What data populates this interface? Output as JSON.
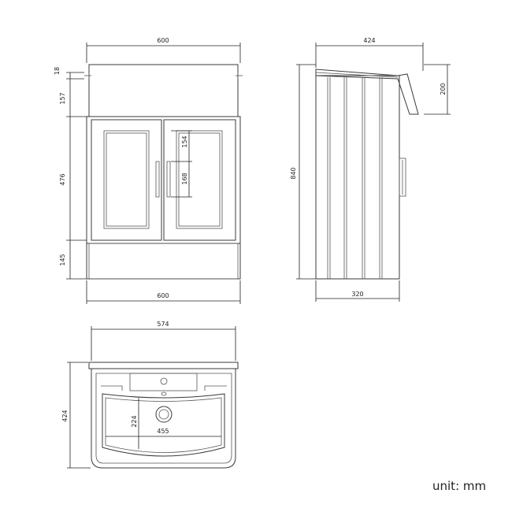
{
  "front_view": {
    "dim_width_top": "600",
    "dim_width_bottom": "600",
    "dim_basin_rim": "18",
    "dim_basin_height": "157",
    "dim_door_height": "476",
    "dim_plinth_height": "145",
    "dim_handle_offset": "154",
    "dim_handle_length": "168"
  },
  "side_view": {
    "dim_basin_depth": "424",
    "dim_total_height": "840",
    "dim_basin_height": "200",
    "dim_cabinet_depth": "320"
  },
  "top_view": {
    "dim_width": "574",
    "dim_depth": "424",
    "dim_bowl_depth": "224",
    "dim_bowl_width": "455"
  },
  "unit_label": "unit: mm"
}
